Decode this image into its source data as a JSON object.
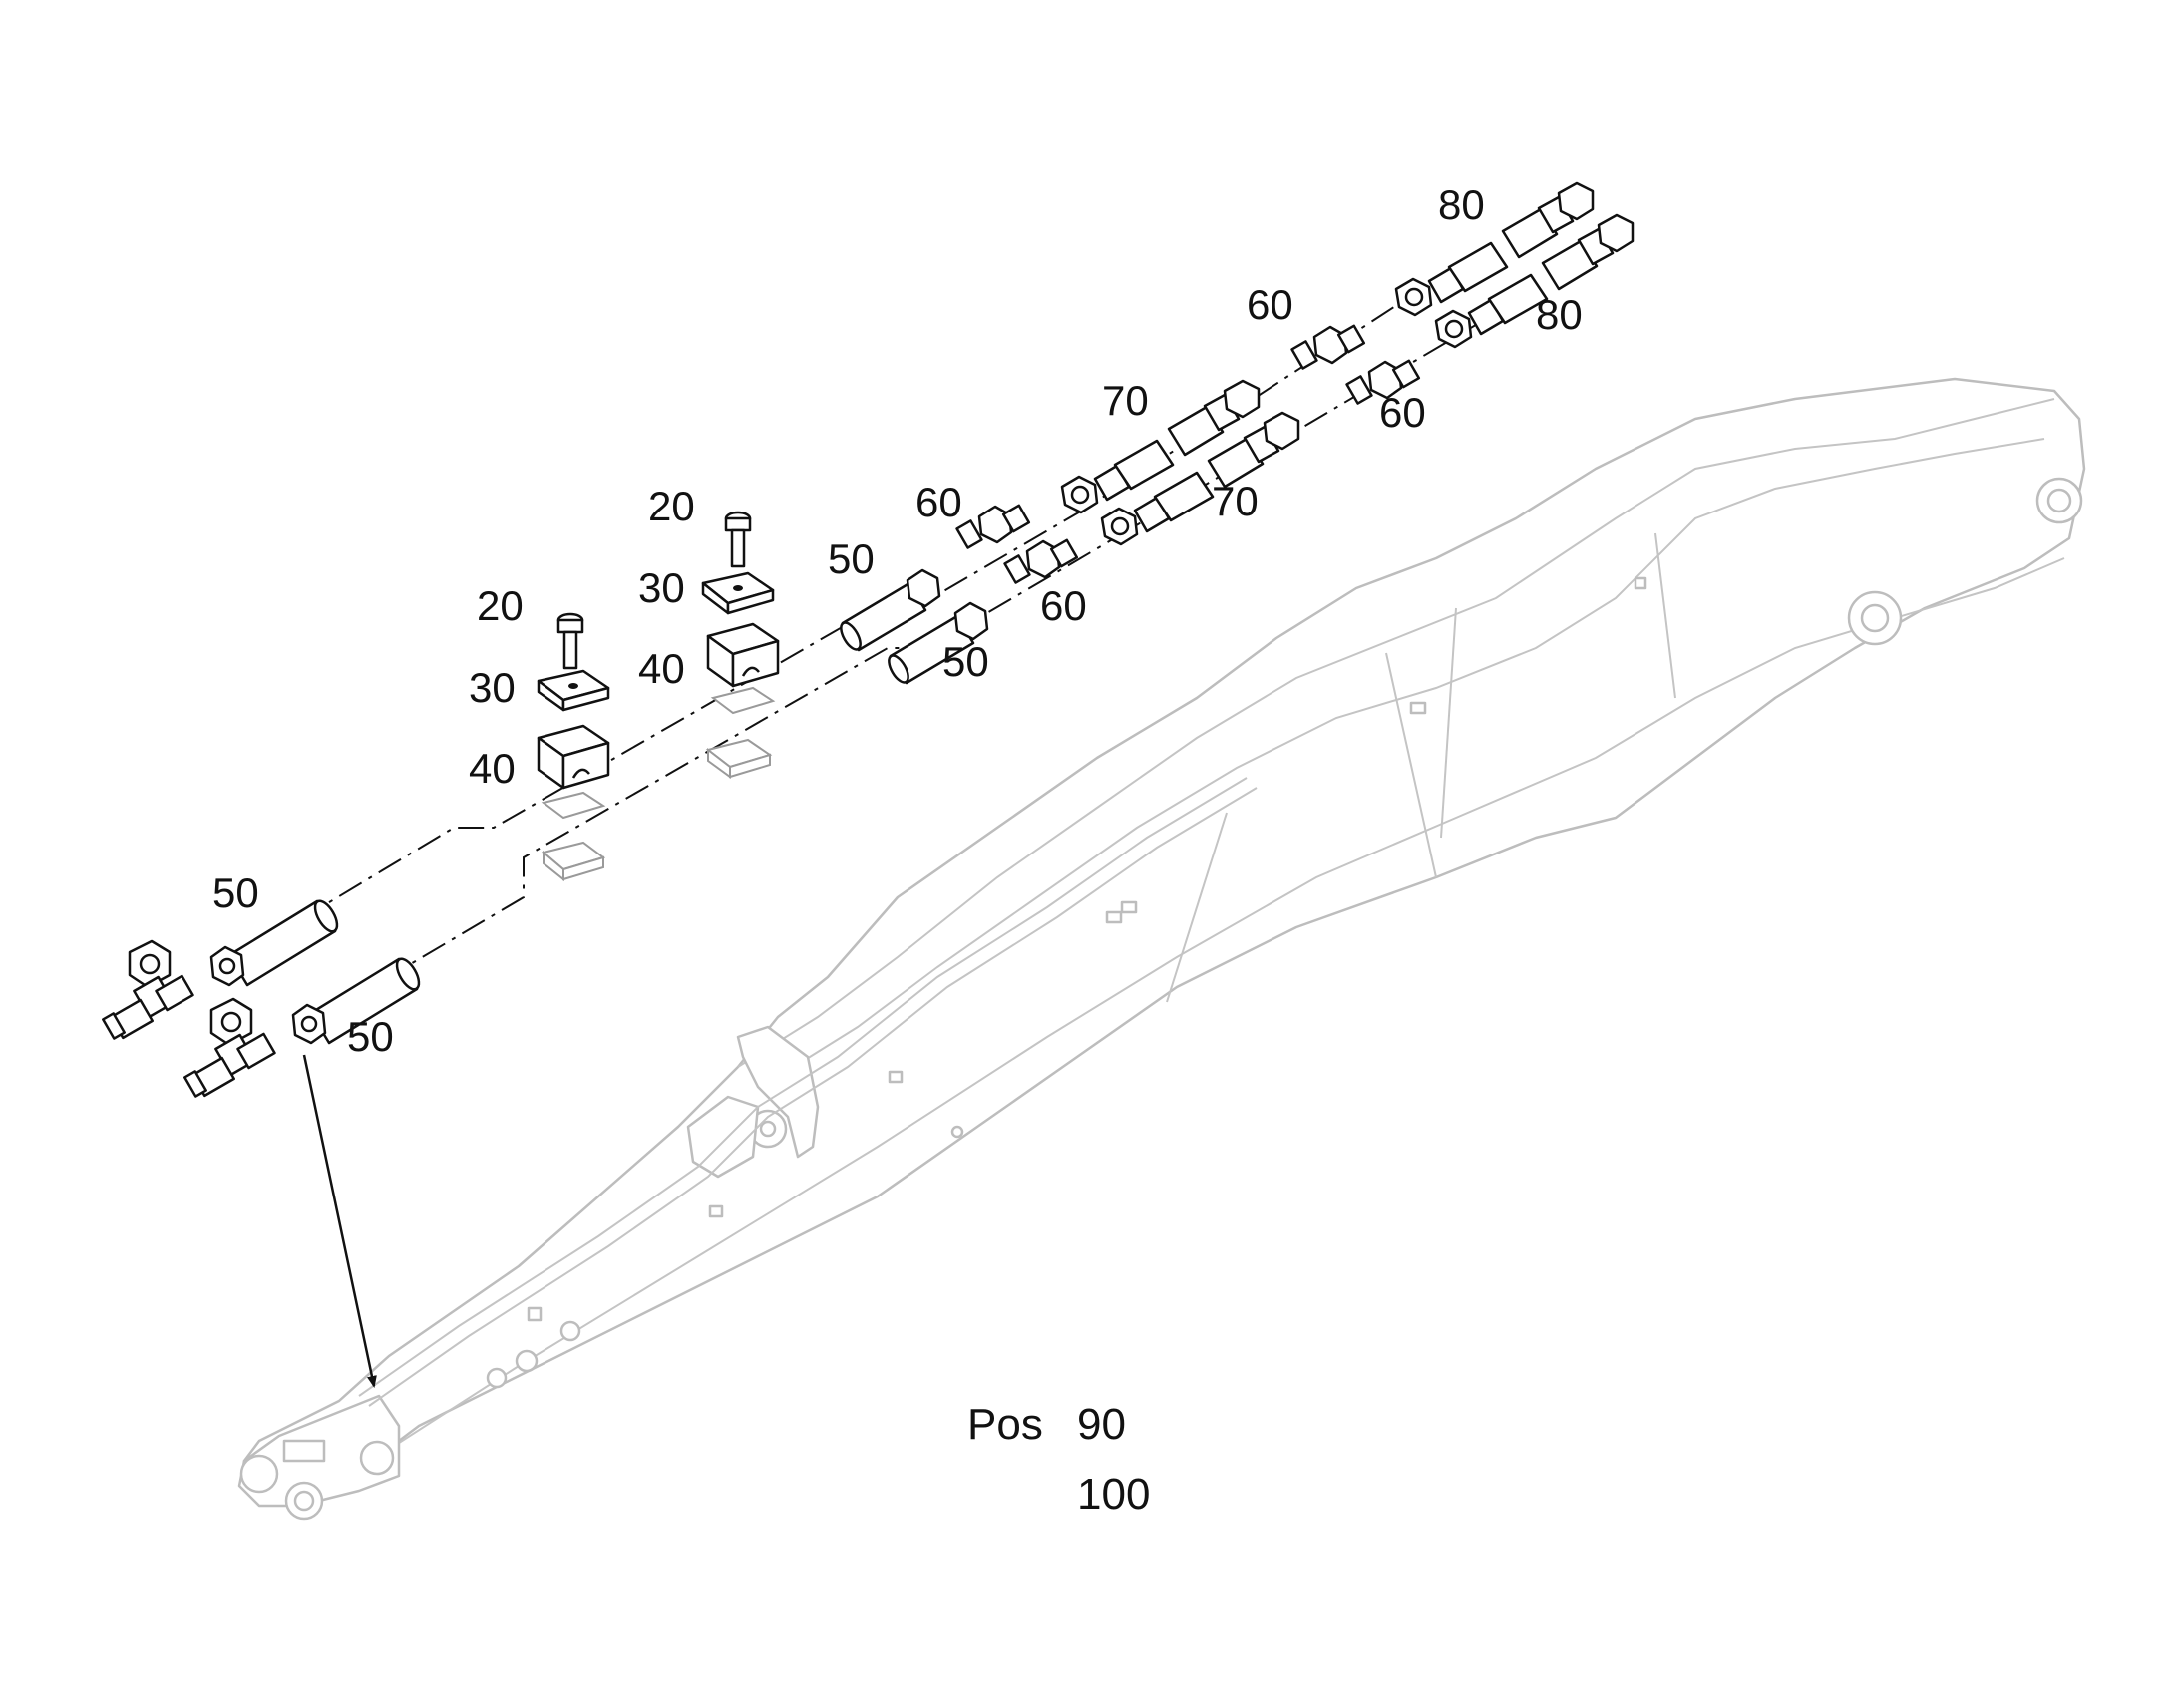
{
  "diagram": {
    "type": "exploded-parts-diagram",
    "colors": {
      "ink": "#111111",
      "boom_outline": "#bdbdbd",
      "background": "#ffffff"
    },
    "callouts": {
      "c20a": "20",
      "c20b": "20",
      "c30a": "30",
      "c30b": "30",
      "c40a": "40",
      "c40b": "40",
      "c50a": "50",
      "c50b": "50",
      "c50c": "50",
      "c50d": "50",
      "c60a": "60",
      "c60b": "60",
      "c60c": "60",
      "c60d": "60",
      "c70a": "70",
      "c70b": "70",
      "c80a": "80",
      "c80b": "80"
    },
    "pos_note": {
      "label": "Pos",
      "line1": "90",
      "line2": "100"
    }
  }
}
